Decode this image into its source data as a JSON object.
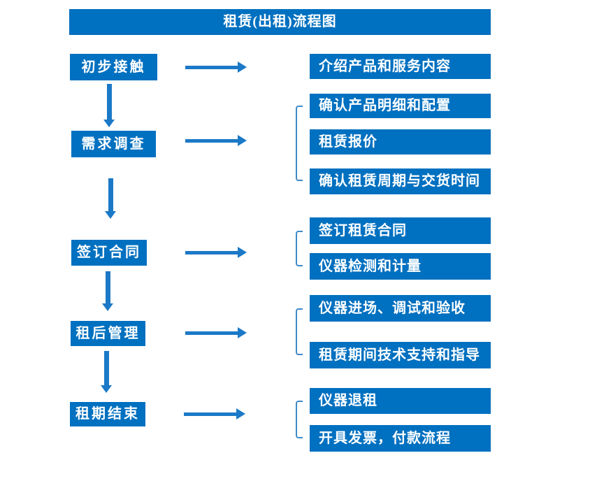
{
  "title": "租赁(出租)流程图",
  "colors": {
    "box_fill": "#0070c0",
    "arrow": "#1b79c7",
    "bracket": "#3f8ac9",
    "text": "#ffffff"
  },
  "stages": [
    {
      "label": "初步接触",
      "details": [
        "介绍产品和服务内容"
      ]
    },
    {
      "label": "需求调查",
      "details": [
        "确认产品明细和配置",
        "租赁报价",
        "确认租赁周期与交货时间"
      ]
    },
    {
      "label": "签订合同",
      "details": [
        "签订租赁合同",
        "仪器检测和计量"
      ]
    },
    {
      "label": "租后管理",
      "details": [
        "仪器进场、调试和验收",
        "租赁期间技术支持和指导"
      ]
    },
    {
      "label": "租期结束",
      "details": [
        "仪器退租",
        "开具发票，付款流程"
      ]
    }
  ]
}
